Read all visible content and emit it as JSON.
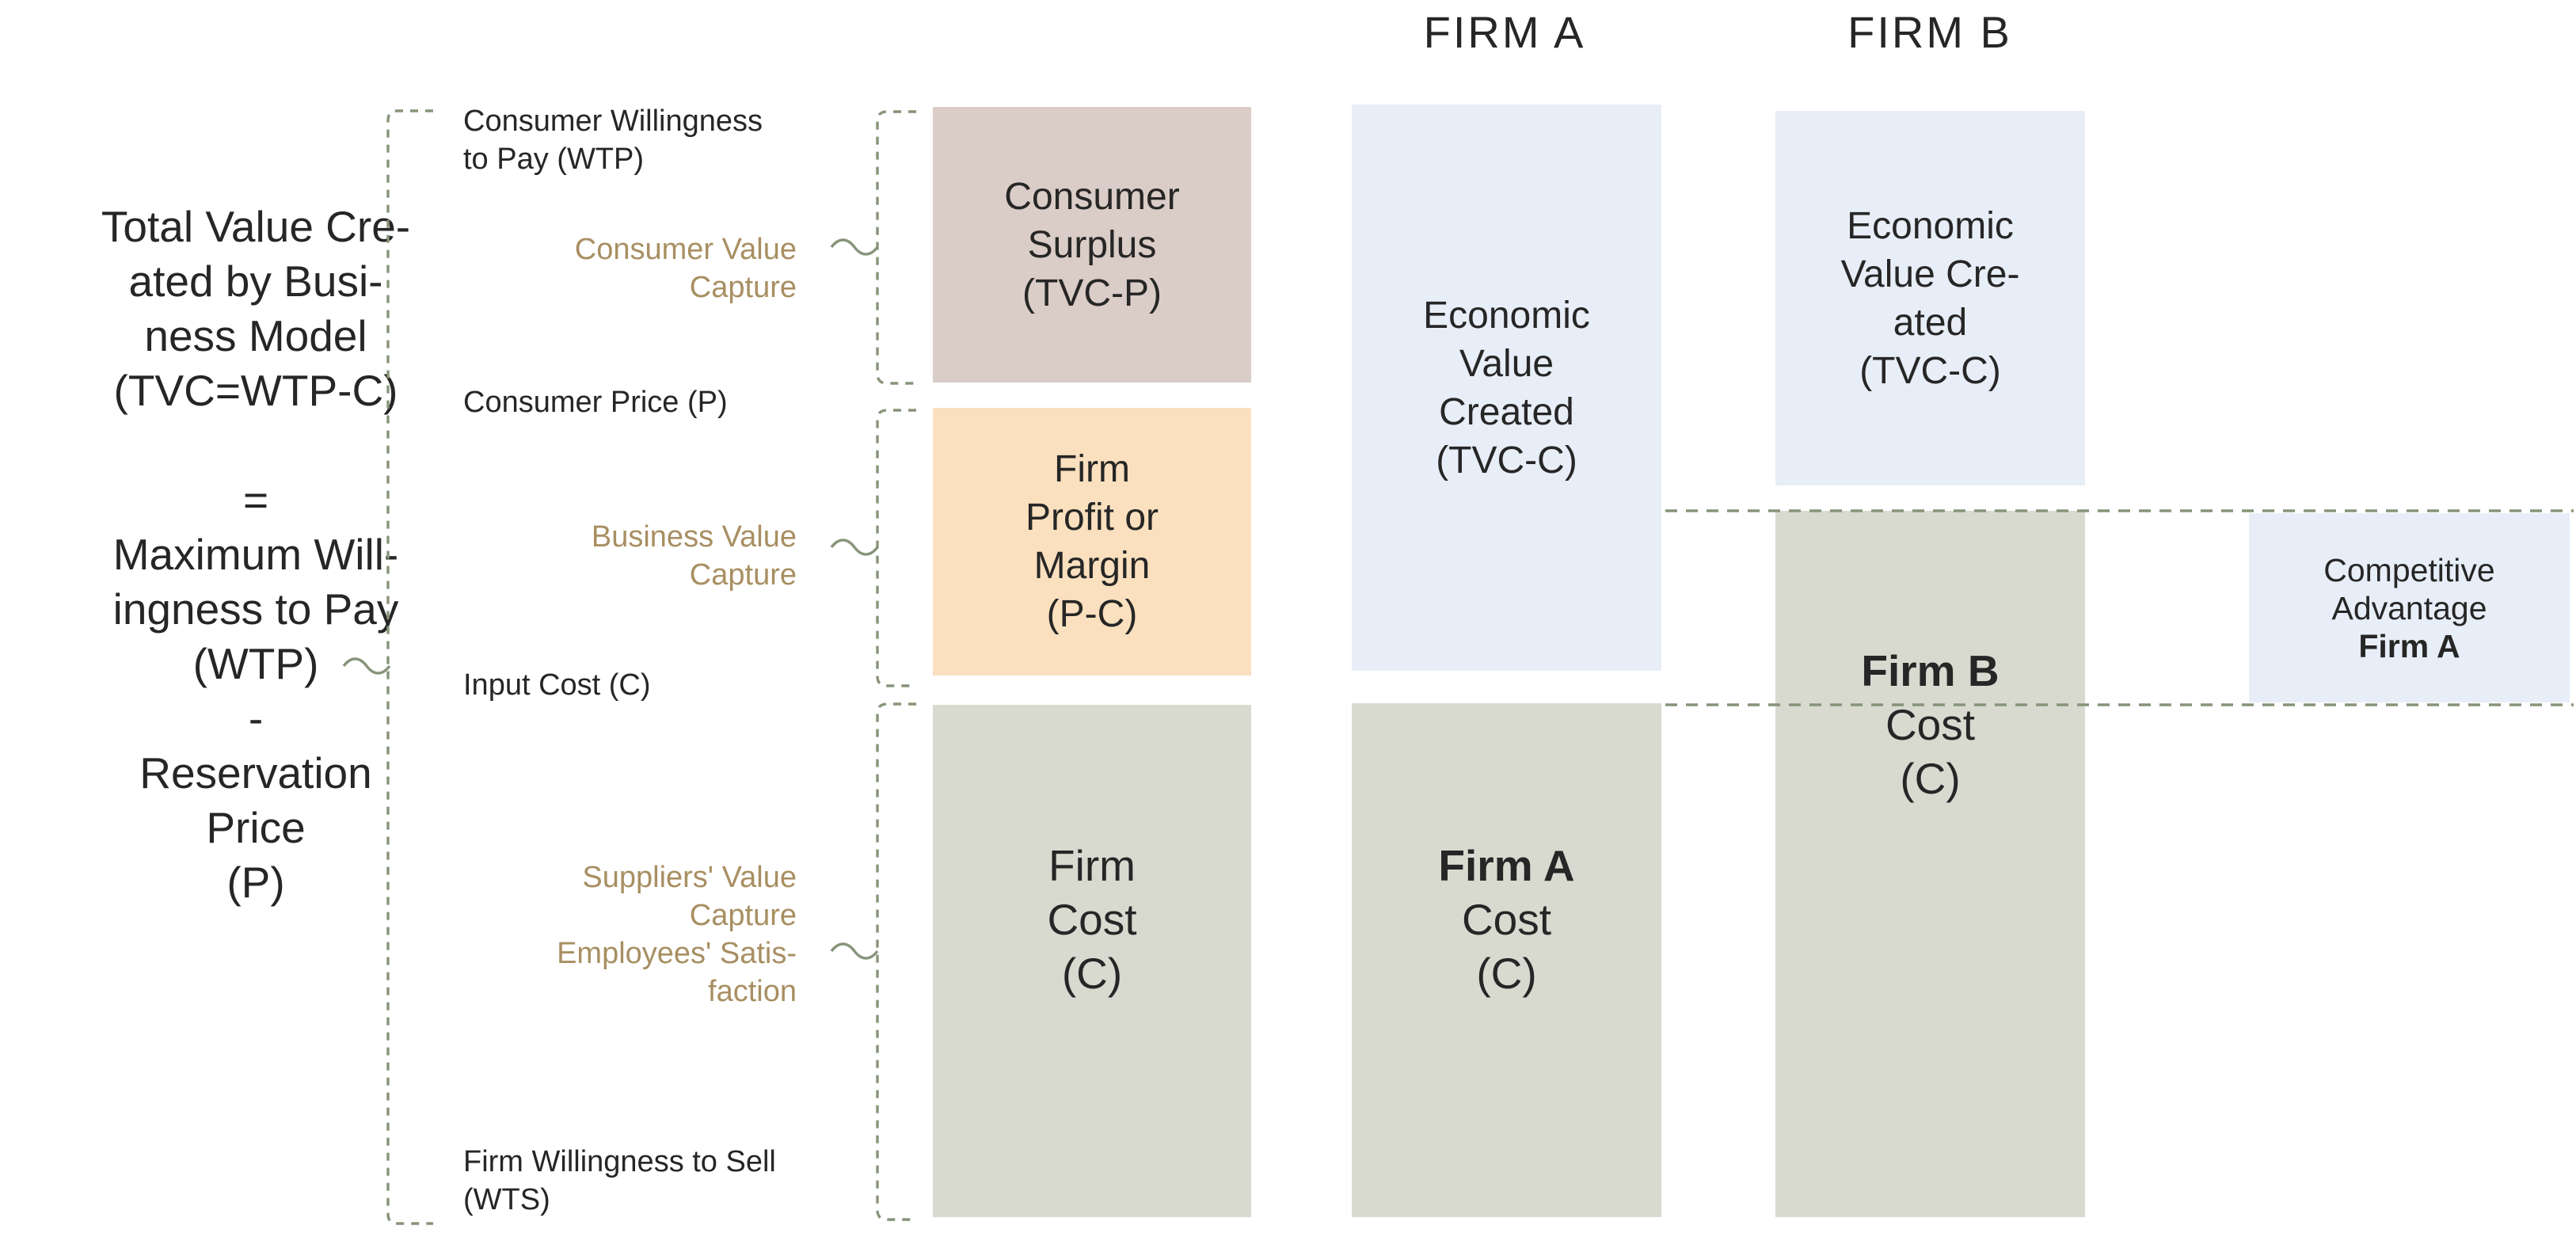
{
  "colors": {
    "background": "#ffffff",
    "box_mauve": "#daccc6",
    "box_peach": "#fae0be",
    "box_gray": "#d8dad0",
    "box_blue": "#e8eef7",
    "dash": "#87947a",
    "gold_text": "#a88f62",
    "dark_text": "#262626"
  },
  "headers": {
    "firm_a": "FIRM A",
    "firm_b": "FIRM B"
  },
  "left_note": {
    "lines": [
      "Total Value Cre-",
      "ated by Busi-",
      "ness Model",
      "(TVC=WTP-C)",
      "",
      "=",
      "Maximum Will-",
      "ingness to Pay",
      "(WTP)",
      "-",
      "Reservation",
      "Price",
      "(P)"
    ]
  },
  "price_labels": {
    "wtp": [
      "Consumer Willingness",
      "to Pay (WTP)"
    ],
    "consumer_price": "Consumer Price (P)",
    "input_cost": "Input Cost (C)",
    "wts": [
      "Firm Willingness to Sell",
      "(WTS)"
    ]
  },
  "capture_labels": {
    "consumer": [
      "Consumer Value",
      "Capture"
    ],
    "business": [
      "Business Value",
      "Capture"
    ],
    "suppliers": [
      "Suppliers' Value",
      "Capture",
      "Employees' Satis-",
      "faction"
    ]
  },
  "value_bar": {
    "consumer_surplus": [
      "Consumer",
      "Surplus",
      "(TVC-P)"
    ],
    "firm_profit": [
      "Firm",
      "Profit or",
      "Margin",
      "(P-C)"
    ],
    "firm_cost": [
      "Firm",
      "Cost",
      "(C)"
    ]
  },
  "firm_a": {
    "economic_value": [
      "Economic",
      "Value",
      "Created",
      "(TVC-C)"
    ],
    "cost_title": "Firm A",
    "cost_lines": [
      "Cost",
      "(C)"
    ]
  },
  "firm_b": {
    "economic_value": [
      "Economic",
      "Value Cre-",
      "ated",
      "(TVC-C)"
    ],
    "cost_title": "Firm B",
    "cost_lines": [
      "Cost",
      "(C)"
    ]
  },
  "competitive_advantage": {
    "lines": [
      "Competitive",
      "Advantage"
    ],
    "firm": "Firm A"
  }
}
